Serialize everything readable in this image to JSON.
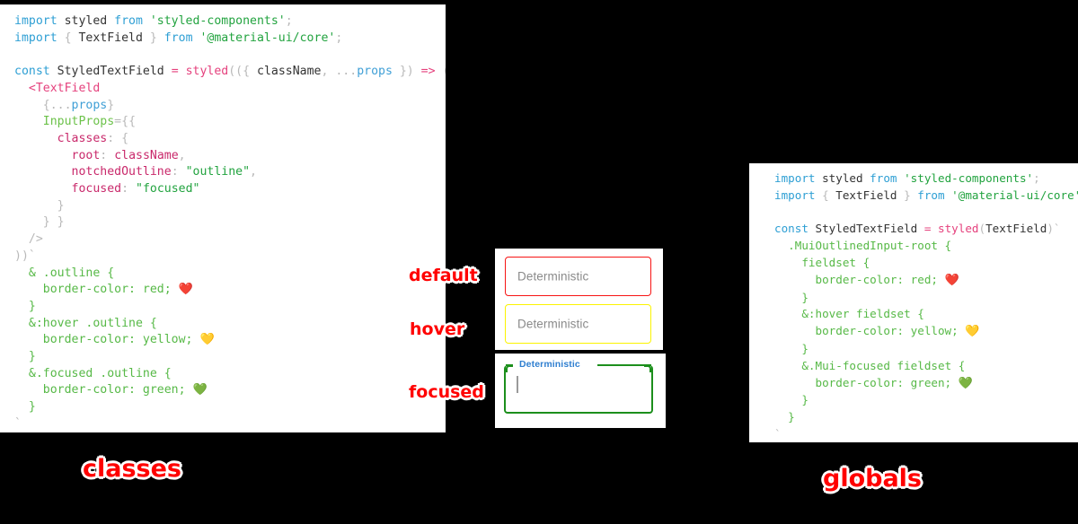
{
  "left_code": {
    "title": "classes",
    "lines": [
      [
        [
          "import ",
          "kw"
        ],
        [
          "styled ",
          "pln"
        ],
        [
          "from ",
          "kw"
        ],
        [
          "'styled-components'",
          "str"
        ],
        [
          ";",
          "punc"
        ]
      ],
      [
        [
          "import ",
          "kw"
        ],
        [
          "{ ",
          "punc"
        ],
        [
          "TextField ",
          "pln"
        ],
        [
          "} ",
          "punc"
        ],
        [
          "from ",
          "kw"
        ],
        [
          "'@material-ui/core'",
          "str"
        ],
        [
          ";",
          "punc"
        ]
      ],
      [],
      [
        [
          "const ",
          "kw"
        ],
        [
          "StyledTextField ",
          "pln"
        ],
        [
          "= ",
          "op"
        ],
        [
          "styled",
          "fn"
        ],
        [
          "((",
          "punc"
        ],
        [
          "{ ",
          "punc"
        ],
        [
          "className",
          "pln"
        ],
        [
          ", ",
          "punc"
        ],
        [
          "...",
          "punc"
        ],
        [
          "props",
          "blue"
        ],
        [
          " })",
          "punc"
        ],
        [
          " => ",
          "op"
        ],
        [
          "(",
          "punc"
        ]
      ],
      [
        [
          "  ",
          "pln"
        ],
        [
          "<TextField",
          "fn"
        ]
      ],
      [
        [
          "    ",
          "pln"
        ],
        [
          "{",
          "punc"
        ],
        [
          "...",
          "punc"
        ],
        [
          "props",
          "blue"
        ],
        [
          "}",
          "punc"
        ]
      ],
      [
        [
          "    ",
          "pln"
        ],
        [
          "InputProps",
          "prop"
        ],
        [
          "=",
          "punc"
        ],
        [
          "{{",
          "punc"
        ]
      ],
      [
        [
          "      ",
          "pln"
        ],
        [
          "classes",
          "key"
        ],
        [
          ": ",
          "punc"
        ],
        [
          "{",
          "punc"
        ]
      ],
      [
        [
          "        ",
          "pln"
        ],
        [
          "root",
          "key"
        ],
        [
          ": ",
          "punc"
        ],
        [
          "className",
          "key"
        ],
        [
          ",",
          "punc"
        ]
      ],
      [
        [
          "        ",
          "pln"
        ],
        [
          "notchedOutline",
          "key"
        ],
        [
          ": ",
          "punc"
        ],
        [
          "\"outline\"",
          "str"
        ],
        [
          ",",
          "punc"
        ]
      ],
      [
        [
          "        ",
          "pln"
        ],
        [
          "focused",
          "key"
        ],
        [
          ": ",
          "punc"
        ],
        [
          "\"focused\"",
          "str"
        ]
      ],
      [
        [
          "      ",
          "pln"
        ],
        [
          "}",
          "punc"
        ]
      ],
      [
        [
          "    ",
          "pln"
        ],
        [
          "} }",
          "punc"
        ]
      ],
      [
        [
          "  ",
          "pln"
        ],
        [
          "/>",
          "punc"
        ]
      ],
      [
        [
          "))`",
          "punc"
        ]
      ],
      [
        [
          "  ",
          "pln"
        ],
        [
          "& .outline {",
          "css"
        ]
      ],
      [
        [
          "    ",
          "pln"
        ],
        [
          "border-color: red; ",
          "css"
        ],
        [
          "❤️",
          "emoji"
        ]
      ],
      [
        [
          "  ",
          "pln"
        ],
        [
          "}",
          "css"
        ]
      ],
      [
        [
          "  ",
          "pln"
        ],
        [
          "&:hover .outline {",
          "css"
        ]
      ],
      [
        [
          "    ",
          "pln"
        ],
        [
          "border-color: yellow; ",
          "css"
        ],
        [
          "💛",
          "emoji"
        ]
      ],
      [
        [
          "  ",
          "pln"
        ],
        [
          "}",
          "css"
        ]
      ],
      [
        [
          "  ",
          "pln"
        ],
        [
          "&.focused .outline {",
          "css"
        ]
      ],
      [
        [
          "    ",
          "pln"
        ],
        [
          "border-color: green; ",
          "css"
        ],
        [
          "💚",
          "emoji"
        ]
      ],
      [
        [
          "  ",
          "pln"
        ],
        [
          "}",
          "css"
        ]
      ],
      [
        [
          "`",
          "punc"
        ]
      ],
      [
        [
          ";",
          "punc"
        ]
      ]
    ]
  },
  "right_code": {
    "title": "globals",
    "lines": [
      [
        [
          "import ",
          "kw"
        ],
        [
          "styled ",
          "pln"
        ],
        [
          "from ",
          "kw"
        ],
        [
          "'styled-components'",
          "str"
        ],
        [
          ";",
          "punc"
        ]
      ],
      [
        [
          "import ",
          "kw"
        ],
        [
          "{ ",
          "punc"
        ],
        [
          "TextField ",
          "pln"
        ],
        [
          "} ",
          "punc"
        ],
        [
          "from ",
          "kw"
        ],
        [
          "'@material-ui/core'",
          "str"
        ],
        [
          ";",
          "punc"
        ]
      ],
      [],
      [
        [
          "const ",
          "kw"
        ],
        [
          "StyledTextField ",
          "pln"
        ],
        [
          "= ",
          "op"
        ],
        [
          "styled",
          "fn"
        ],
        [
          "(",
          "punc"
        ],
        [
          "TextField",
          "pln"
        ],
        [
          ")`",
          "punc"
        ]
      ],
      [
        [
          "  ",
          "pln"
        ],
        [
          ".MuiOutlinedInput-root {",
          "css"
        ]
      ],
      [
        [
          "    ",
          "pln"
        ],
        [
          "fieldset {",
          "css"
        ]
      ],
      [
        [
          "      ",
          "pln"
        ],
        [
          "border-color: red; ",
          "css"
        ],
        [
          "❤️",
          "emoji"
        ]
      ],
      [
        [
          "    ",
          "pln"
        ],
        [
          "}",
          "css"
        ]
      ],
      [
        [
          "    ",
          "pln"
        ],
        [
          "&:hover fieldset {",
          "css"
        ]
      ],
      [
        [
          "      ",
          "pln"
        ],
        [
          "border-color: yellow; ",
          "css"
        ],
        [
          "💛",
          "emoji"
        ]
      ],
      [
        [
          "    ",
          "pln"
        ],
        [
          "}",
          "css"
        ]
      ],
      [
        [
          "    ",
          "pln"
        ],
        [
          "&.Mui-focused fieldset {",
          "css"
        ]
      ],
      [
        [
          "      ",
          "pln"
        ],
        [
          "border-color: green; ",
          "css"
        ],
        [
          "💚",
          "emoji"
        ]
      ],
      [
        [
          "    ",
          "pln"
        ],
        [
          "}",
          "css"
        ]
      ],
      [
        [
          "  ",
          "pln"
        ],
        [
          "}",
          "css"
        ]
      ],
      [
        [
          "`",
          "punc"
        ]
      ],
      [
        [
          ";",
          "punc"
        ]
      ]
    ]
  },
  "demo": {
    "annotations": {
      "default": "default",
      "hover": "hover",
      "focused": "focused"
    },
    "fields": {
      "default": {
        "value": "Deterministic",
        "border_color": "#f71414"
      },
      "hover": {
        "value": "Deterministic",
        "border_color": "#fbf400"
      },
      "focused": {
        "label": "Deterministic",
        "value": "",
        "border_color": "#1c8f1c",
        "label_color": "#2f7fd0"
      }
    }
  },
  "colors": {
    "background": "#000000",
    "panel": "#ffffff",
    "annotation_text": "#ff0000",
    "annotation_outline": "#ffffff",
    "red": "#f71414",
    "yellow": "#fbf400",
    "green": "#1c8f1c"
  }
}
